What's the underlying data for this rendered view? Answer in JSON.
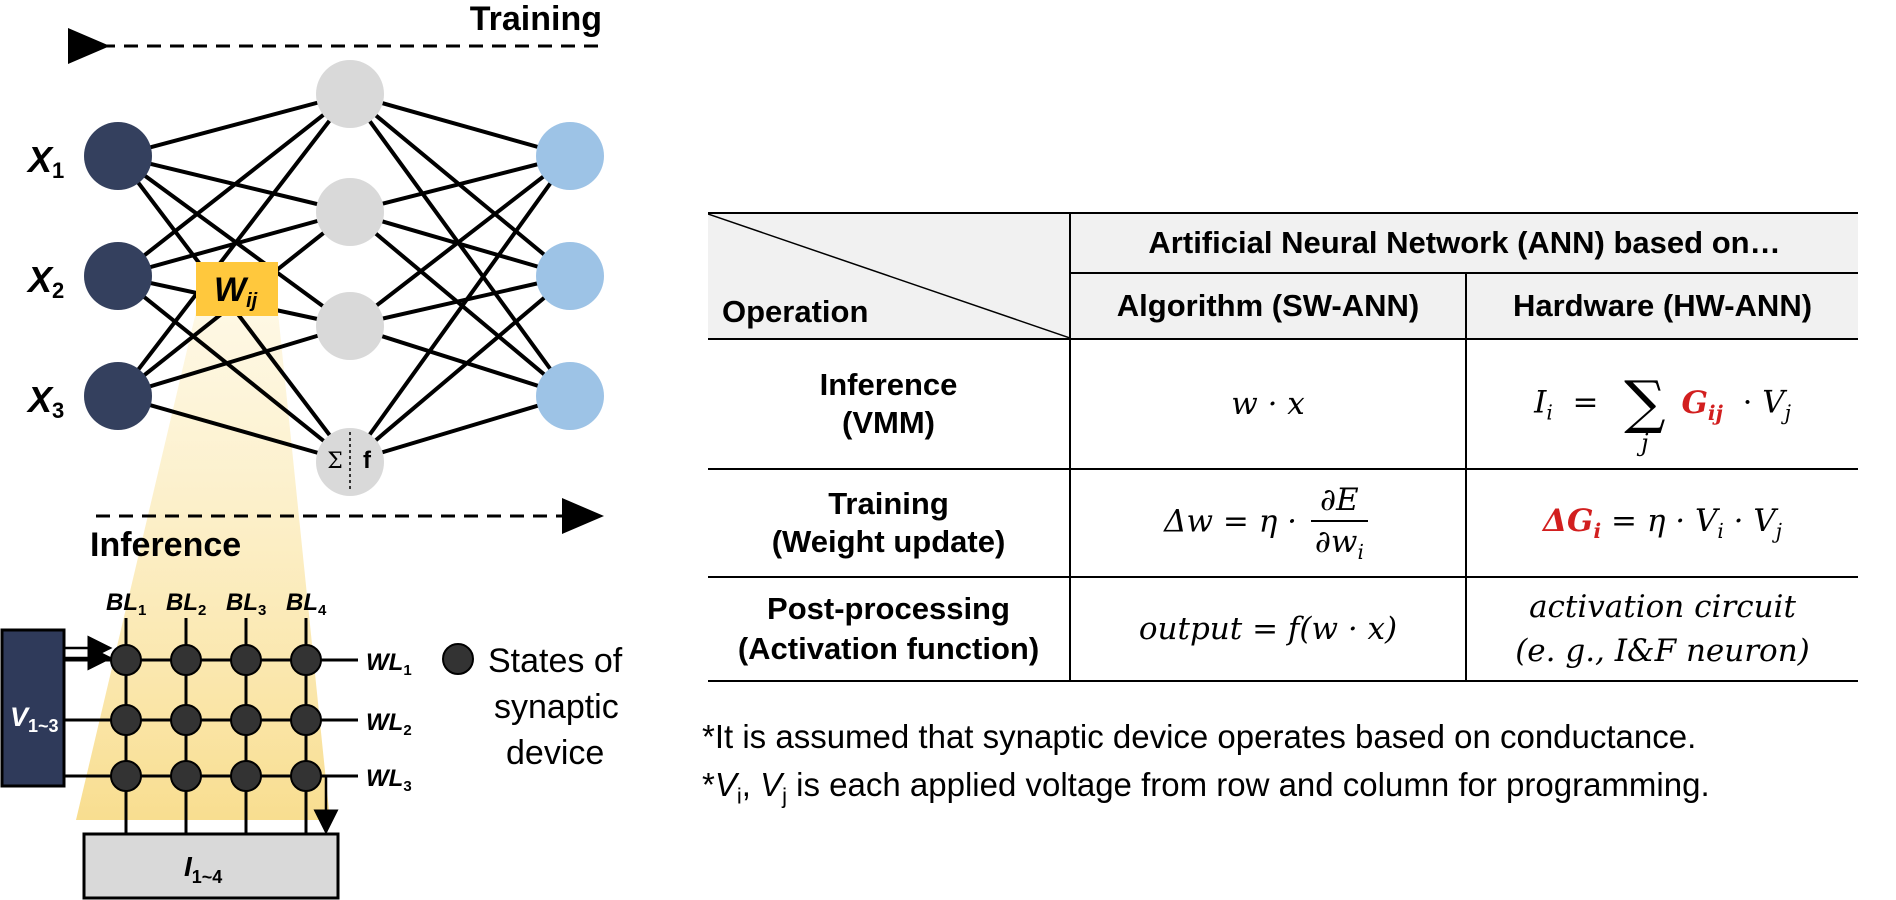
{
  "diagram": {
    "training_label": "Training",
    "inference_label": "Inference",
    "inputs": [
      {
        "main": "X",
        "sub": "1"
      },
      {
        "main": "X",
        "sub": "2"
      },
      {
        "main": "X",
        "sub": "3"
      }
    ],
    "weight_label": {
      "main": "W",
      "sub": "ij"
    },
    "neuron_sum_symbol": "Σ",
    "neuron_func_symbol": "f",
    "bitlines": [
      {
        "main": "BL",
        "sub": "1"
      },
      {
        "main": "BL",
        "sub": "2"
      },
      {
        "main": "BL",
        "sub": "3"
      },
      {
        "main": "BL",
        "sub": "4"
      }
    ],
    "wordlines": [
      {
        "main": "WL",
        "sub": "1"
      },
      {
        "main": "WL",
        "sub": "2"
      },
      {
        "main": "WL",
        "sub": "3"
      }
    ],
    "voltage_label": {
      "main": "V",
      "sub": "1~3"
    },
    "current_label": {
      "main": "I",
      "sub": "1~4"
    },
    "legend_lines": [
      "States of",
      "synaptic",
      "device"
    ],
    "colors": {
      "input_node": "#34405e",
      "hidden_node": "#d9d9d9",
      "output_node": "#9dc3e6",
      "weight_box": "#ffc83d",
      "voltage_box": "#2f3a5a",
      "current_box": "#d9d9d9",
      "highlight": "#f9e29a"
    }
  },
  "table": {
    "corner_label": "Operation",
    "group_header": "Artificial Neural Network (ANN) based on…",
    "col_headers": [
      "Algorithm (SW-ANN)",
      "Hardware (HW-ANN)"
    ],
    "rows": [
      {
        "label_1": "Inference",
        "label_2": "(VMM)"
      },
      {
        "label_1": "Training",
        "label_2": "(Weight update)"
      },
      {
        "label_1": "Post-processing",
        "label_2": "(Activation function)"
      }
    ],
    "formulas": {
      "inference_sw": "w · x",
      "inference_hw_lhs": "I",
      "inference_hw_lhs_sub": "i",
      "inference_hw_sum_index": "j",
      "inference_hw_g": "G",
      "inference_hw_g_sub": "ij",
      "inference_hw_v": "V",
      "inference_hw_v_sub": "j",
      "training_sw_lhs": "Δw = η ·",
      "training_sw_num": "∂E",
      "training_sw_den": "∂w",
      "training_sw_den_sub": "i",
      "training_hw_g": "ΔG",
      "training_hw_g_sub": "i",
      "training_hw_rhs": "= η · V",
      "training_hw_vi_sub": "i",
      "training_hw_vj": "· V",
      "training_hw_vj_sub": "j",
      "post_sw": "output = f(w · x)",
      "post_hw_1": "activation circuit",
      "post_hw_2": "(e. g., I&F neuron)"
    },
    "colors": {
      "emphasis": "#d21f1f",
      "header_bg": "#f1f1f1"
    }
  },
  "footnotes": {
    "line1": "*It is assumed that synaptic device operates based on conductance.",
    "line2_prefix": "*",
    "line2_v1": "V",
    "line2_v1_sub": "i",
    "line2_sep": ", ",
    "line2_v2": "V",
    "line2_v2_sub": "j",
    "line2_rest": " is each applied voltage from row and column for programming."
  }
}
